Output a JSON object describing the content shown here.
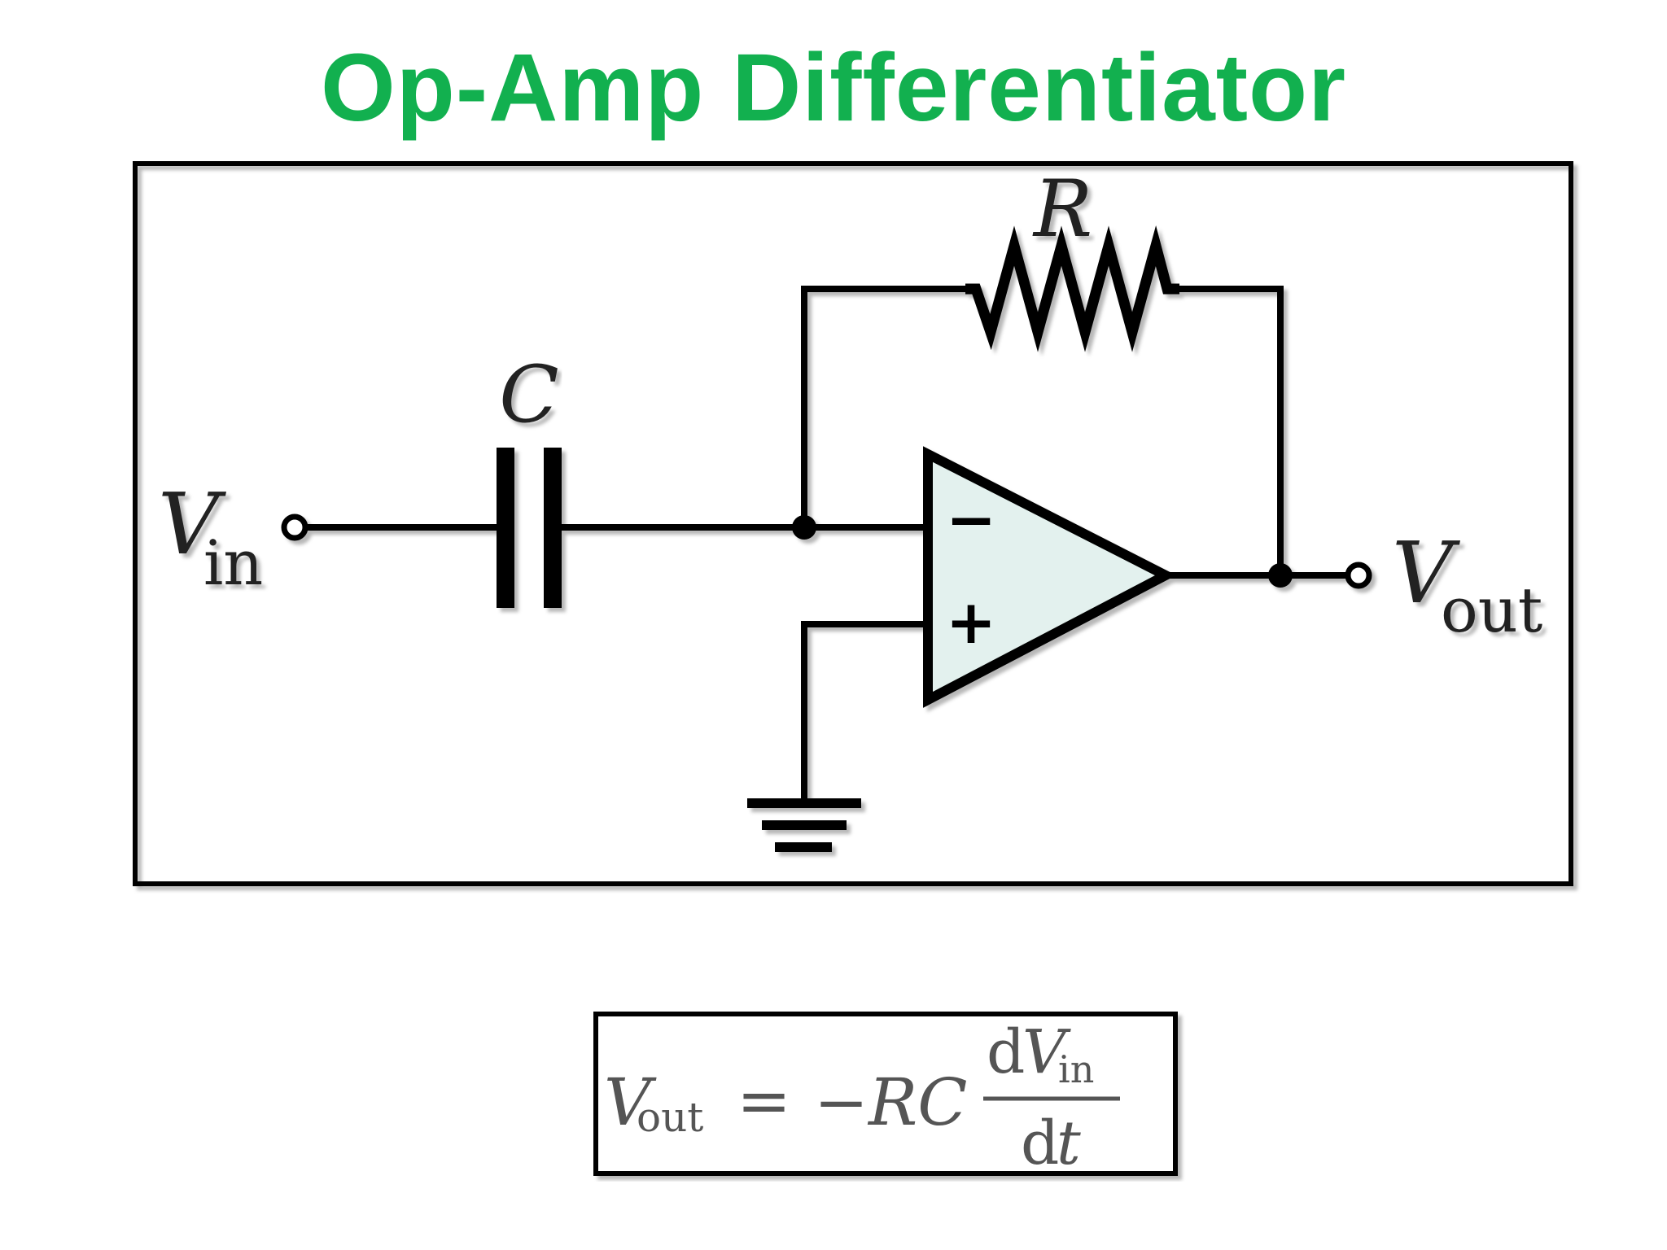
{
  "title": "Op-Amp Differentiator",
  "colors": {
    "title": "#12b04f",
    "wire": "#000000",
    "opamp_fill": "#e3f1ee",
    "background": "#ffffff"
  },
  "circuit": {
    "input_label": {
      "main": "V",
      "sub": "in"
    },
    "output_label": {
      "main": "V",
      "sub": "out"
    },
    "capacitor_label": "C",
    "resistor_label": "R",
    "minus_sign": "−",
    "plus_sign": "+",
    "ground_symbol": "ground-icon"
  },
  "formula": {
    "lhs_main": "V",
    "lhs_sub": "out",
    "equals": "=",
    "coefficient": "−RC",
    "numerator_d": "d",
    "numerator_main": "V",
    "numerator_sub": "in",
    "denominator_d": "d",
    "denominator_var": "t"
  }
}
